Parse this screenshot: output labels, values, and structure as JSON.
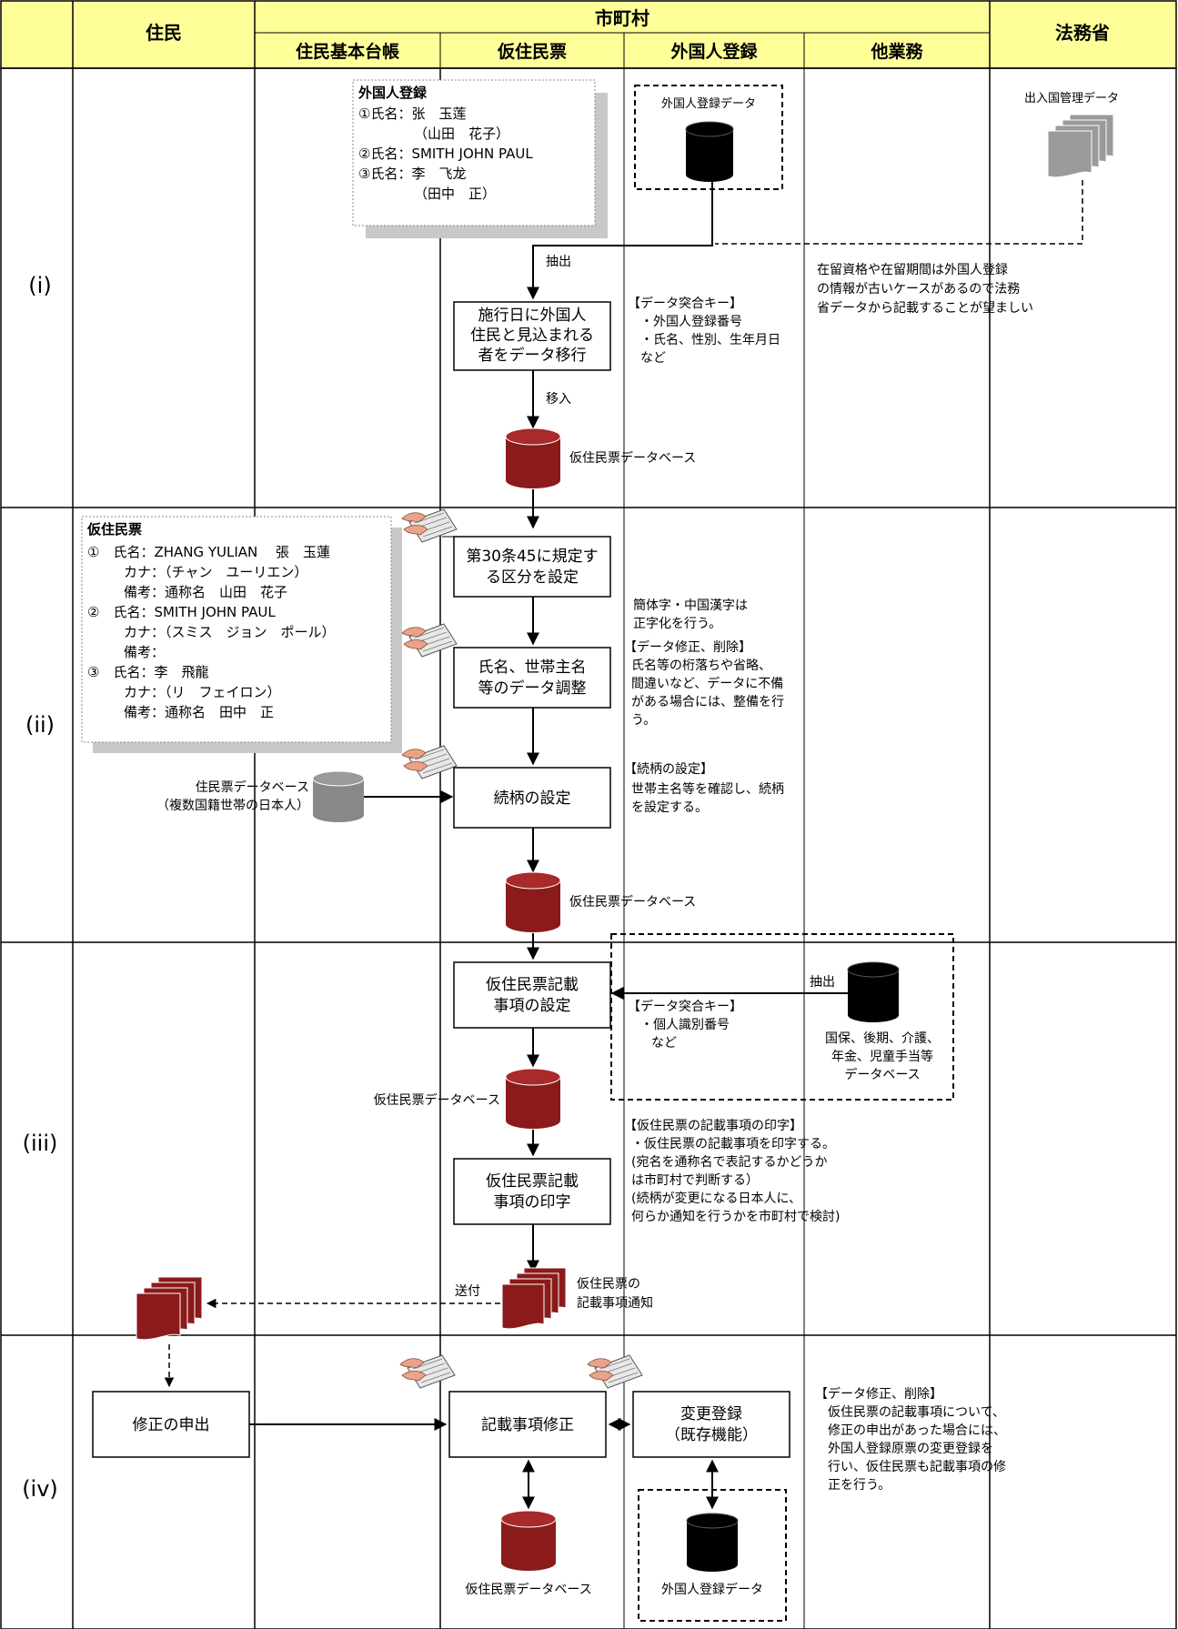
{
  "header": {
    "resident": "住民",
    "municipality": "市町村",
    "basic_register": "住民基本台帳",
    "provisional_register": "仮住民票",
    "foreigner_registration": "外国人登録",
    "other_business": "他業務",
    "ministry": "法務省"
  },
  "lanes": [
    "(i)",
    "(ii)",
    "(iii)",
    "(iv)"
  ],
  "phase1": {
    "card_title": "外国人登録",
    "card_lines": [
      "①氏名：张　玉莲",
      "（山田　花子）",
      "②氏名：SMITH JOHN PAUL",
      "③氏名：李　飞龙",
      "（田中　正）"
    ],
    "fr_data": "外国人登録データ",
    "immigration_data": "出入国管理データ",
    "extract": "抽出",
    "migrate_lines": [
      "施行日に外国人",
      "住民と見込まれる",
      "者をデータ移行"
    ],
    "key_title": "【データ突合キー】",
    "key_lines": [
      "・外国人登録番号",
      "・氏名、性別、生年月日",
      "など"
    ],
    "ministry_note": [
      "在留資格や在留期間は外国人登録",
      "の情報が古いケースがあるので法務",
      "省データから記載することが望ましい"
    ],
    "import": "移入",
    "db": "仮住民票データベース"
  },
  "phase2": {
    "card_title": "仮住民票",
    "card_lines": [
      "①　氏名：ZHANG YULIAN　 張　玉蓮",
      "カナ：（チャン　ユーリエン）",
      "備考：通称名　山田　花子",
      "②　氏名：SMITH JOHN PAUL",
      "カナ：（スミス　ジョン　ポール）",
      "備考：",
      "③　氏名：李　飛龍",
      "カナ：（リ　フェイロン）",
      "備考：通称名　田中　正"
    ],
    "classify_lines": [
      "第30条45に規定す",
      "る区分を設定"
    ],
    "simplified_note": [
      "簡体字・中国漢字は",
      "正字化を行う。"
    ],
    "fix_title": "【データ修正、削除】",
    "fix_lines": [
      "氏名等の桁落ちや省略、",
      "間違いなど、データに不備",
      "がある場合には、整備を行",
      "う。"
    ],
    "adjust_lines": [
      "氏名、世帯主名",
      "等のデータ調整"
    ],
    "resident_db": [
      "住民票データベース",
      "（複数国籍世帯の日本人）"
    ],
    "relation": "続柄の設定",
    "relation_title": "【続柄の設定】",
    "relation_lines": [
      "世帯主名等を確認し、続柄",
      "を設定する。"
    ],
    "db": "仮住民票データベース"
  },
  "phase3": {
    "set_lines": [
      "仮住民票記載",
      "事項の設定"
    ],
    "extract": "抽出",
    "key_title": "【データ突合キー】",
    "key_lines": [
      "・個人識別番号",
      "など"
    ],
    "other_db": [
      "国保、後期、介護、",
      "年金、児童手当等",
      "データベース"
    ],
    "db": "仮住民票データベース",
    "print_title": "【仮住民票の記載事項の印字】",
    "print_lines": [
      "・仮住民票の記載事項を印字する。",
      "(宛名を通称名で表記するかどうか",
      "は市町村で判断する）",
      "(続柄が変更になる日本人に、",
      "何らか通知を行うかを市町村で検討)"
    ],
    "print_box": [
      "仮住民票記載",
      "事項の印字"
    ],
    "send": "送付",
    "notice": [
      "仮住民票の",
      "記載事項通知"
    ]
  },
  "phase4": {
    "request": "修正の申出",
    "correct": "記載事項修正",
    "change": [
      "変更登録",
      "（既存機能）"
    ],
    "note_title": "【データ修正、削除】",
    "note_lines": [
      "仮住民票の記載事項について、",
      "修正の申出があった場合には、",
      "外国人登録原票の変更登録を",
      "行い、仮住民票も記載事項の修",
      "正を行う。"
    ],
    "db": "仮住民票データベース",
    "fr_data": "外国人登録データ"
  },
  "colors": {
    "header_bg": "#ffff99",
    "db_red": "#8b1a1a",
    "db_black": "#000000",
    "db_gray": "#808080"
  }
}
